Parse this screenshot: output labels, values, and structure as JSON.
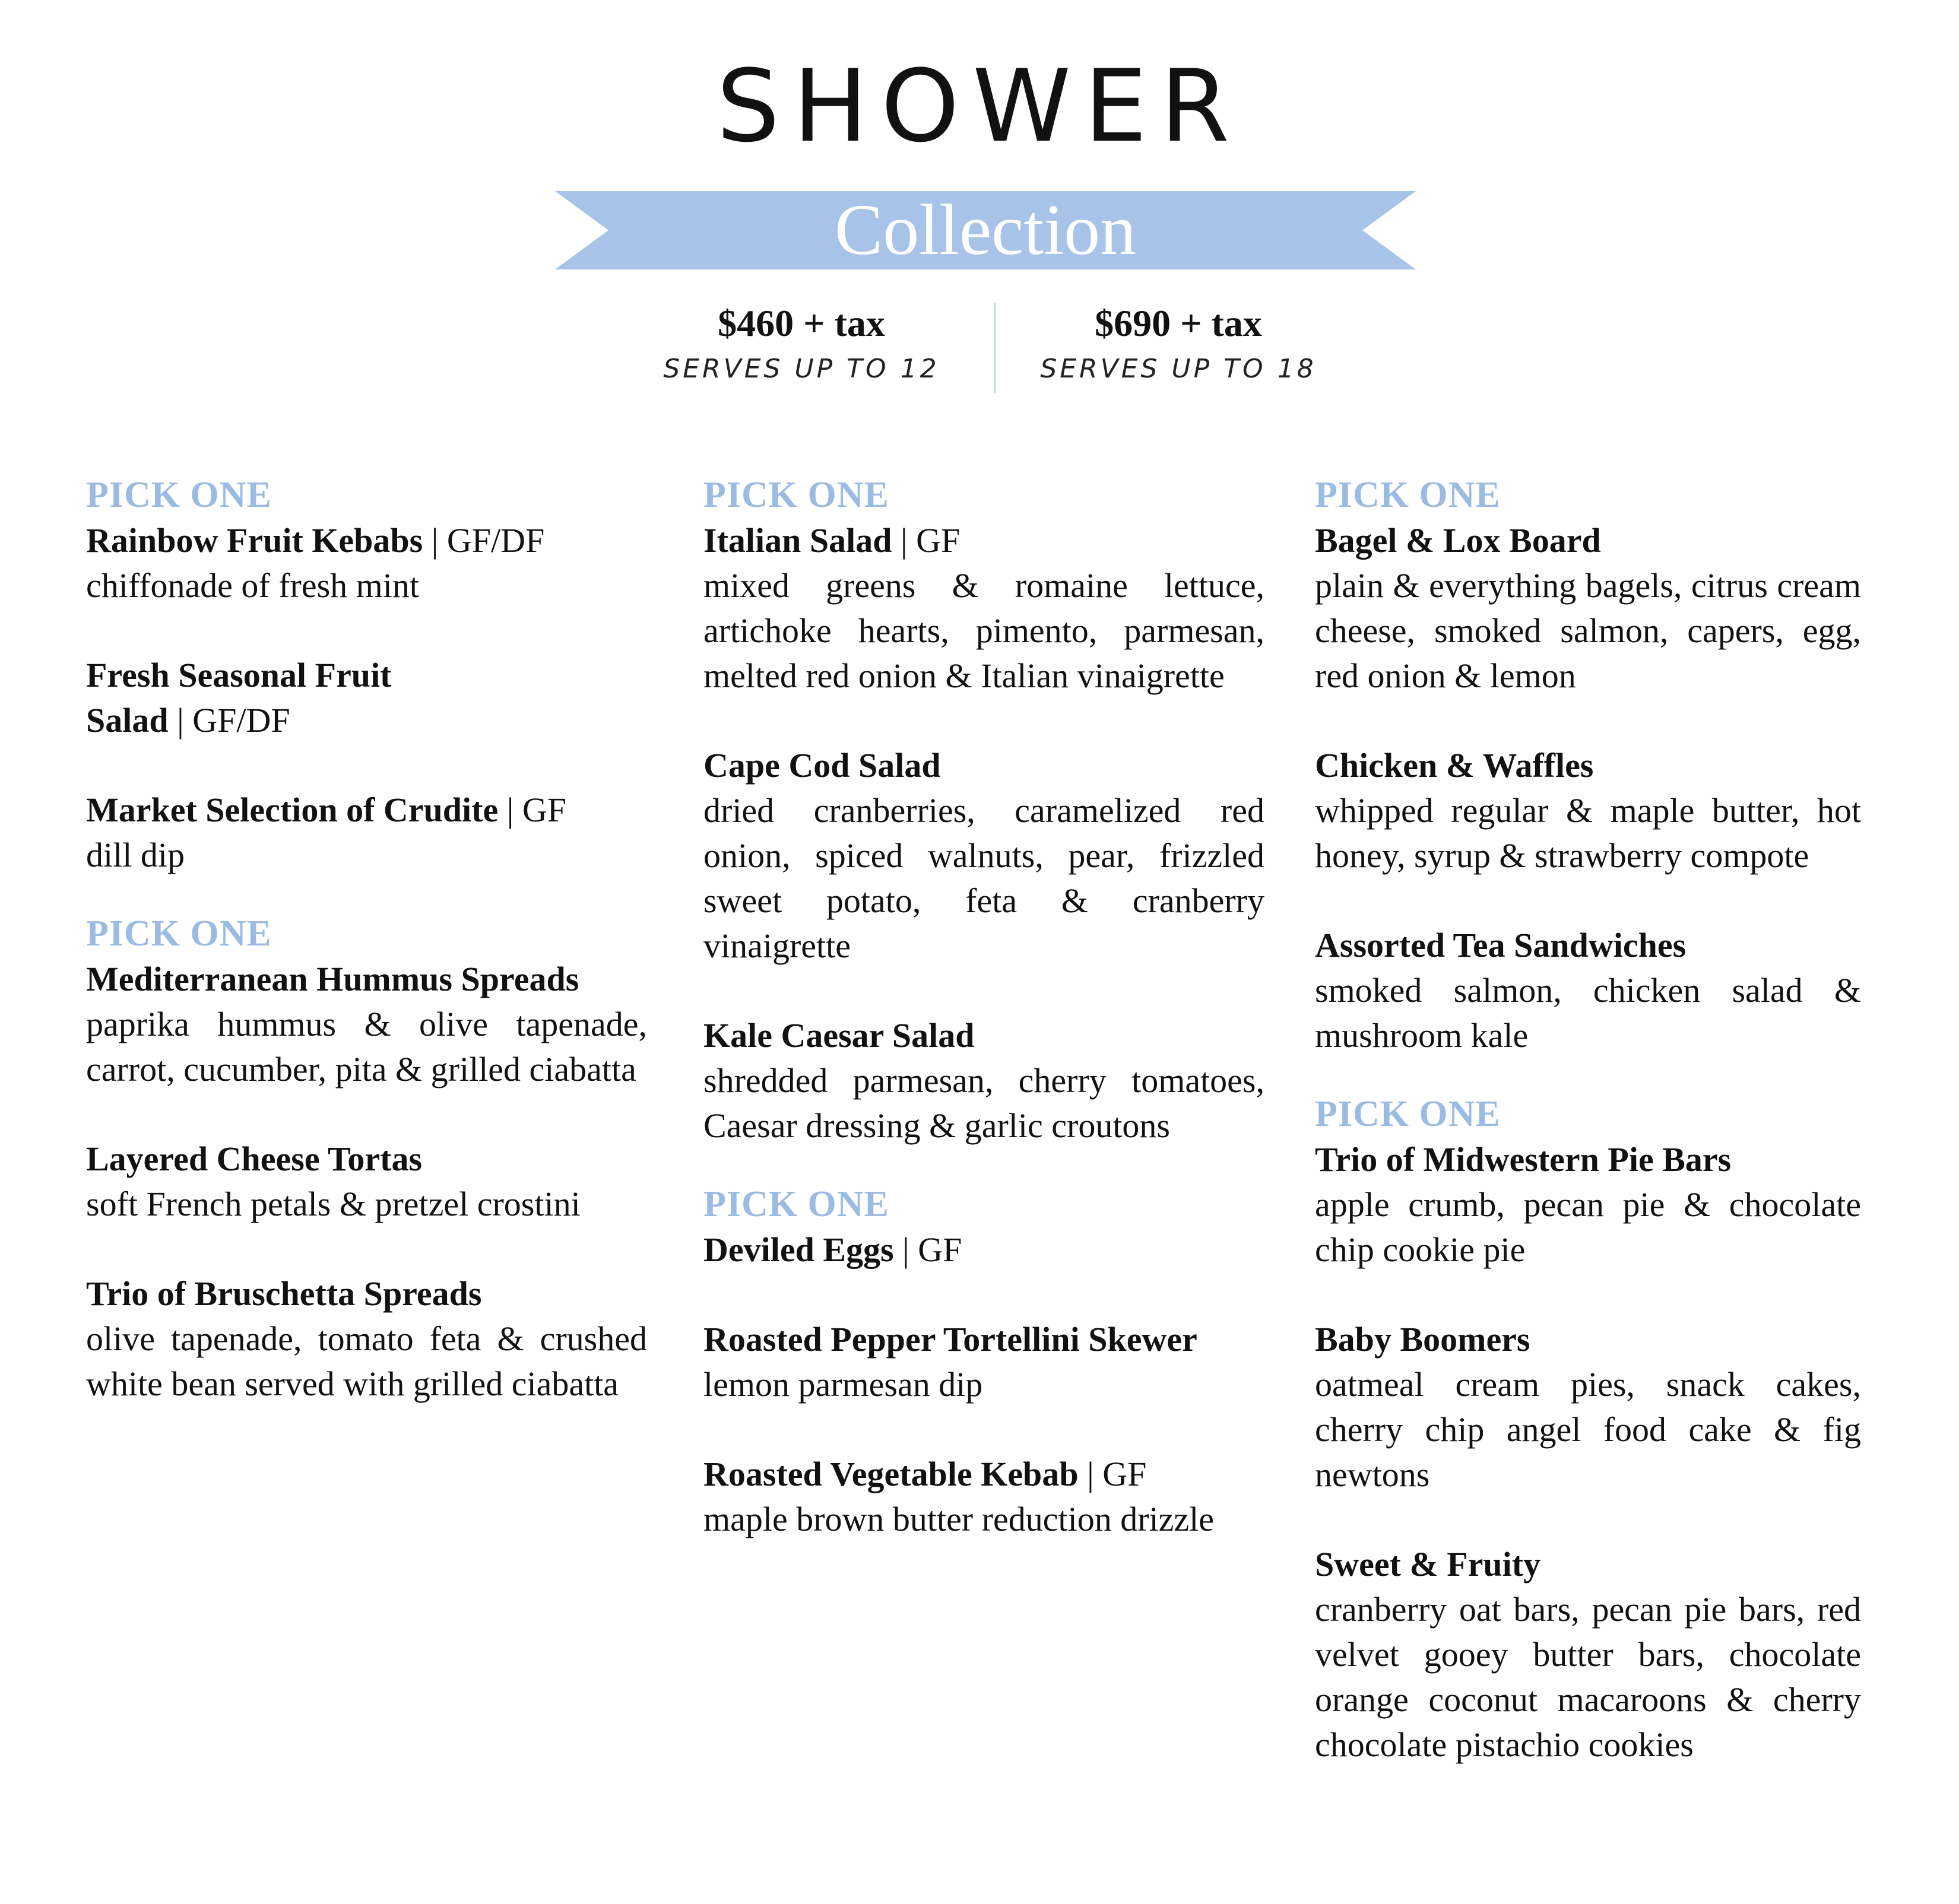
{
  "header": {
    "title": "SHOWER",
    "banner": "Collection",
    "banner_color": "#a7c4e8"
  },
  "pricing": [
    {
      "price": "$460 + tax",
      "serves": "SERVES UP TO 12"
    },
    {
      "price": "$690 + tax",
      "serves": "SERVES UP TO 18"
    }
  ],
  "columns": [
    {
      "sections": [
        {
          "heading": "PICK ONE",
          "items": [
            {
              "name": "Rainbow Fruit Kebabs",
              "tag": " | GF/DF",
              "desc": "chiffonade of fresh mint"
            },
            {
              "name": "Fresh Seasonal Fruit",
              "name2": "Salad",
              "tag": " | GF/DF",
              "desc": ""
            },
            {
              "name": "Market Selection of Crudite",
              "tag": " | GF",
              "desc": "dill dip"
            }
          ]
        },
        {
          "heading": "PICK ONE",
          "items": [
            {
              "name": "Mediterranean Hummus Spreads",
              "tag": "",
              "desc": "paprika hummus & olive tapenade, carrot, cucumber, pita & grilled ciabatta"
            },
            {
              "name": "Layered Cheese Tortas",
              "tag": "",
              "desc": "soft French petals & pretzel crostini"
            },
            {
              "name": "Trio of Bruschetta Spreads",
              "tag": "",
              "desc": "olive tapenade, tomato feta & crushed white bean served with grilled ciabatta"
            }
          ]
        }
      ]
    },
    {
      "sections": [
        {
          "heading": "PICK ONE",
          "items": [
            {
              "name": "Italian Salad",
              "tag": " | GF",
              "desc": "mixed greens & romaine lettuce, artichoke hearts, pimento, parmesan, melted red onion & Italian vinaigrette"
            },
            {
              "name": "Cape Cod Salad",
              "tag": "",
              "desc": "dried cranberries, caramelized red onion, spiced walnuts, pear, frizzled sweet potato, feta & cranberry vinaigrette"
            },
            {
              "name": "Kale Caesar Salad",
              "tag": "",
              "desc": "shredded parmesan, cherry tomatoes, Caesar dressing & garlic croutons"
            }
          ]
        },
        {
          "heading": "PICK ONE",
          "items": [
            {
              "name": "Deviled Eggs",
              "tag": " | GF",
              "desc": ""
            },
            {
              "name": "Roasted Pepper Tortellini Skewer",
              "tag": "",
              "desc": "lemon parmesan dip"
            },
            {
              "name": "Roasted Vegetable Kebab",
              "tag": " | GF",
              "desc": "maple brown butter reduction drizzle"
            }
          ]
        }
      ]
    },
    {
      "sections": [
        {
          "heading": "PICK ONE",
          "items": [
            {
              "name": "Bagel & Lox Board",
              "tag": "",
              "desc": "plain & everything bagels, citrus cream cheese, smoked salmon, capers, egg, red onion & lemon"
            },
            {
              "name": "Chicken & Waffles",
              "tag": "",
              "desc": "whipped regular & maple butter, hot honey, syrup & strawberry compote"
            },
            {
              "name": "Assorted Tea Sandwiches",
              "tag": "",
              "desc": "smoked salmon, chicken salad & mushroom kale"
            }
          ]
        },
        {
          "heading": "PICK ONE",
          "items": [
            {
              "name": "Trio of Midwestern Pie Bars",
              "tag": "",
              "desc": "apple crumb, pecan pie & chocolate chip cookie pie"
            },
            {
              "name": "Baby Boomers",
              "tag": "",
              "desc": "oatmeal cream pies, snack cakes, cherry chip angel food cake & fig newtons"
            },
            {
              "name": "Sweet & Fruity",
              "tag": "",
              "desc": "cranberry oat bars, pecan pie bars, red velvet gooey butter bars, chocolate orange coconut macaroons & cherry chocolate pistachio cookies"
            }
          ]
        }
      ]
    }
  ]
}
